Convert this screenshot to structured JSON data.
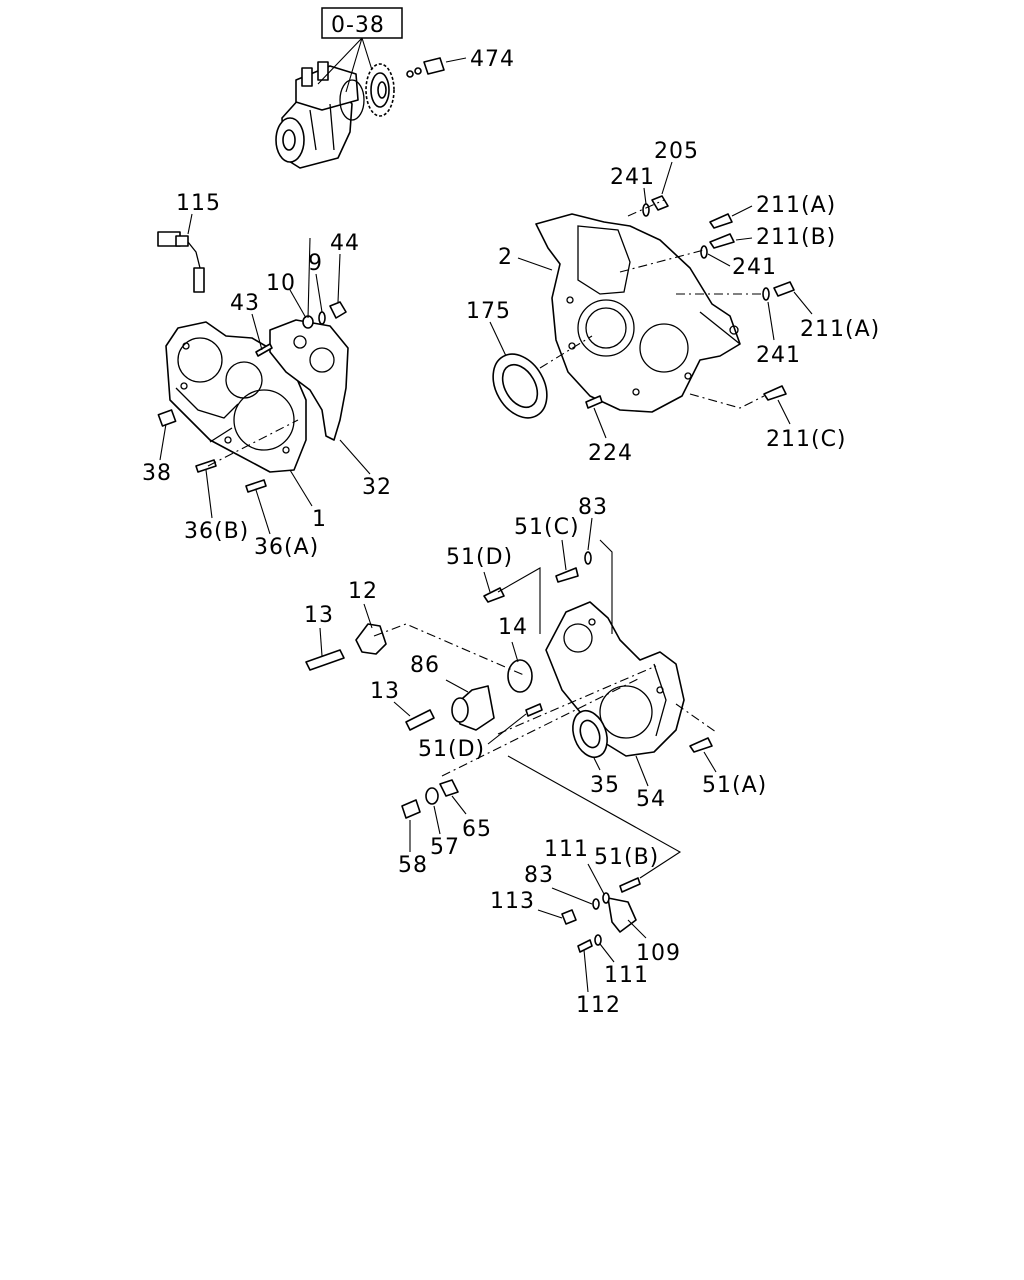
{
  "ref_box": "0-38",
  "callouts": {
    "c474": "474",
    "c115": "115",
    "c205": "205",
    "c241a": "241",
    "c211a1": "211(A)",
    "c211b": "211(B)",
    "c241b": "241",
    "c2": "2",
    "c44": "44",
    "c9": "9",
    "c10": "10",
    "c43": "43",
    "c175": "175",
    "c211a2": "211(A)",
    "c241c": "241",
    "c38": "38",
    "c32": "32",
    "c224": "224",
    "c211c": "211(C)",
    "c36b": "36(B)",
    "c1": "1",
    "c36a": "36(A)",
    "c51c": "51(C)",
    "c83a": "83",
    "c51d1": "51(D)",
    "c12": "12",
    "c13a": "13",
    "c14": "14",
    "c86": "86",
    "c13b": "13",
    "c51d2": "51(D)",
    "c35": "35",
    "c54": "54",
    "c51a": "51(A)",
    "c65": "65",
    "c57": "57",
    "c58": "58",
    "c111a": "111",
    "c51b": "51(B)",
    "c83b": "83",
    "c113": "113",
    "c109": "109",
    "c111b": "111",
    "c112": "112"
  }
}
